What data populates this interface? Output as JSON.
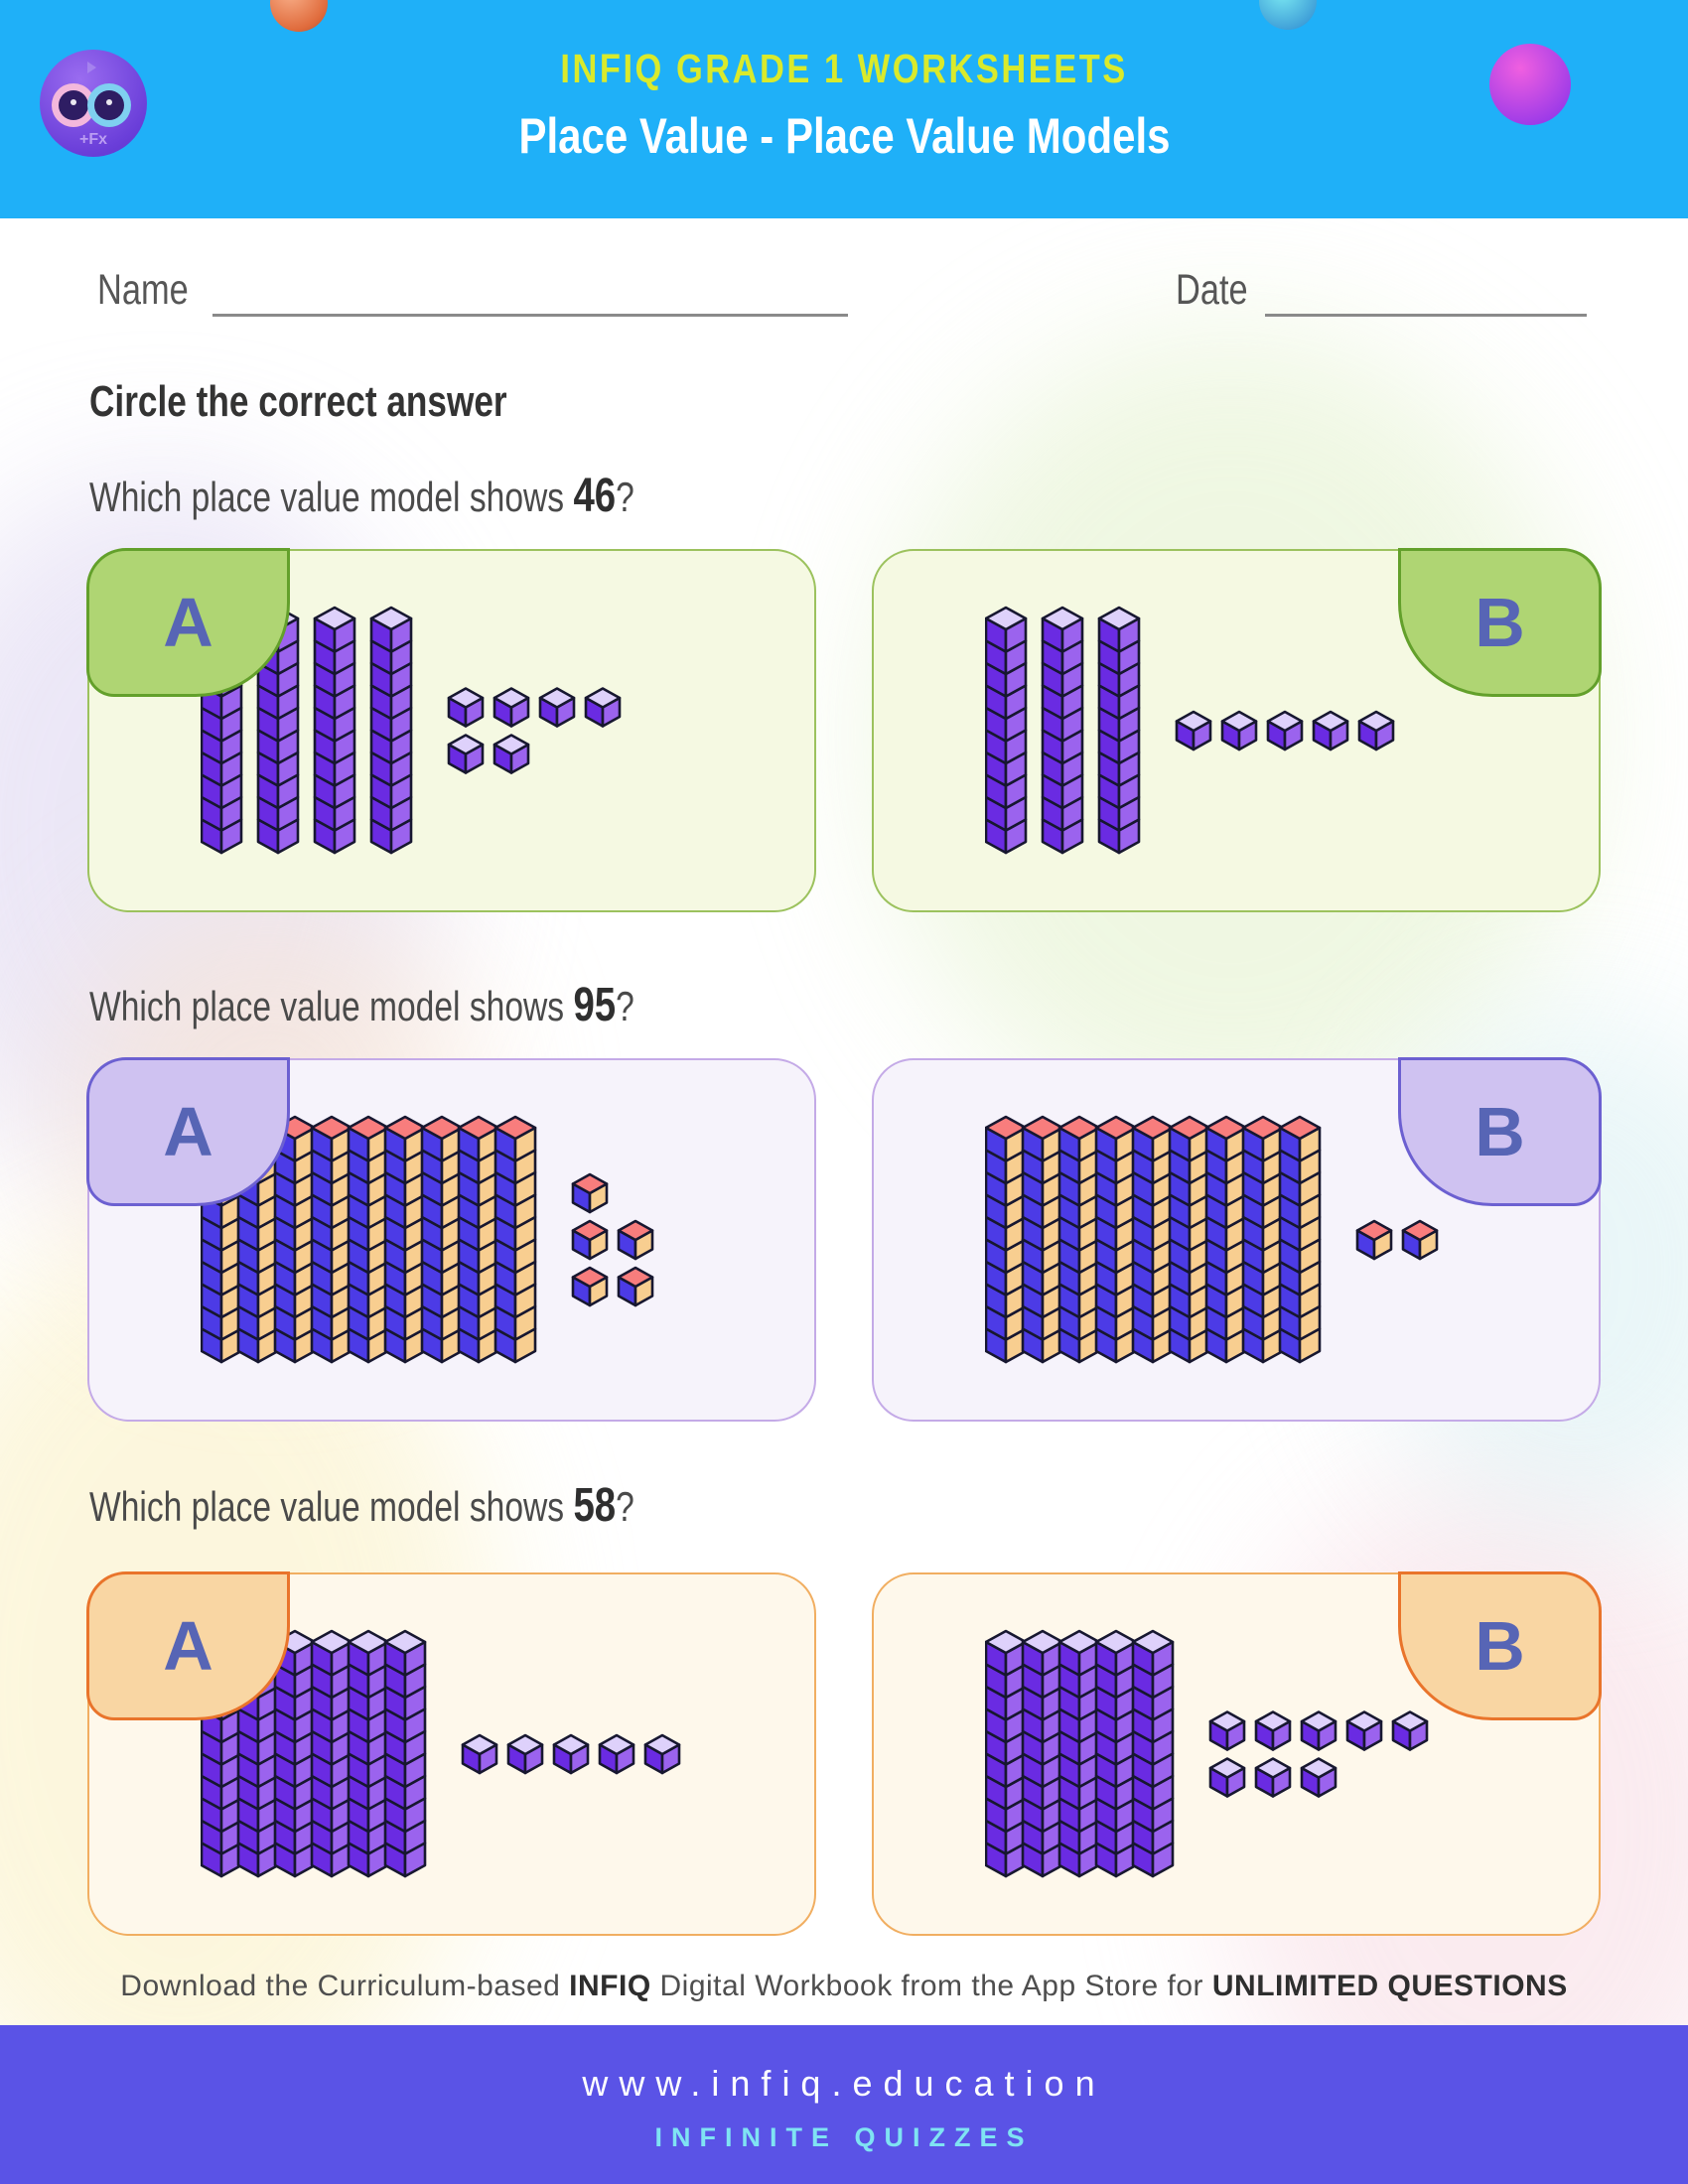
{
  "header": {
    "brand_title": "INFIQ GRADE 1 WORKSHEETS",
    "page_title": "Place Value - Place Value Models"
  },
  "form": {
    "name_label": "Name",
    "date_label": "Date"
  },
  "instruction": "Circle the correct answer",
  "questions": [
    {
      "prompt": "Which place value model shows",
      "number": "46",
      "suffix": "?",
      "theme": "green",
      "options": [
        {
          "label": "A",
          "rods": 4,
          "unit_rows": [
            4,
            2
          ],
          "block_style": "purple"
        },
        {
          "label": "B",
          "rods": 3,
          "unit_rows": [
            5
          ],
          "block_style": "purple"
        }
      ]
    },
    {
      "prompt": "Which place value model shows",
      "number": "95",
      "suffix": "?",
      "theme": "lavender",
      "options": [
        {
          "label": "A",
          "rods": 9,
          "unit_rows": [
            1,
            2,
            2
          ],
          "block_style": "sunset"
        },
        {
          "label": "B",
          "rods": 9,
          "unit_rows": [
            2
          ],
          "block_style": "sunset"
        }
      ]
    },
    {
      "prompt": "Which place value model shows",
      "number": "58",
      "suffix": "?",
      "theme": "orange",
      "options": [
        {
          "label": "A",
          "rods": 6,
          "unit_rows": [
            5
          ],
          "block_style": "purple"
        },
        {
          "label": "B",
          "rods": 5,
          "unit_rows": [
            5,
            3
          ],
          "block_style": "purple"
        }
      ]
    }
  ],
  "footer": {
    "parts": [
      {
        "text": "Download the Curriculum-based ",
        "bold": false
      },
      {
        "text": "INFIQ",
        "bold": true
      },
      {
        "text": " Digital Workbook from the App Store for ",
        "bold": false
      },
      {
        "text": "UNLIMITED QUESTIONS",
        "bold": true
      }
    ],
    "website": "www.infiq.education",
    "tagline": "INFINITE QUIZZES"
  },
  "themes": {
    "green": {
      "card_bg": "#F5F9E2",
      "card_border": "#9CC25E",
      "badge_bg": "#AFD573",
      "badge_border": "#63A02B",
      "letter": "#5765B5"
    },
    "lavender": {
      "card_bg": "#F6F3FB",
      "card_border": "#C4AAE7",
      "badge_bg": "#CFC2F1",
      "badge_border": "#6C60D1",
      "letter": "#5765B5"
    },
    "orange": {
      "card_bg": "#FEF8EB",
      "card_border": "#F1AE61",
      "badge_bg": "#F9D6A3",
      "badge_border": "#E9742B",
      "letter": "#5765B5"
    }
  },
  "block_styles": {
    "purple": {
      "left": "#6A2BE2",
      "right": "#9B63EE",
      "top": "#DED1FB"
    },
    "sunset": {
      "left": "#4C3BE6",
      "right": "#F8CE90",
      "top": "#F87D7D"
    }
  },
  "colors": {
    "header_bg": "#1FB0F8",
    "brand_title": "#D9EA2C",
    "footer_band_bg": "#5A53E6",
    "tagline": "#7FE3F3"
  }
}
